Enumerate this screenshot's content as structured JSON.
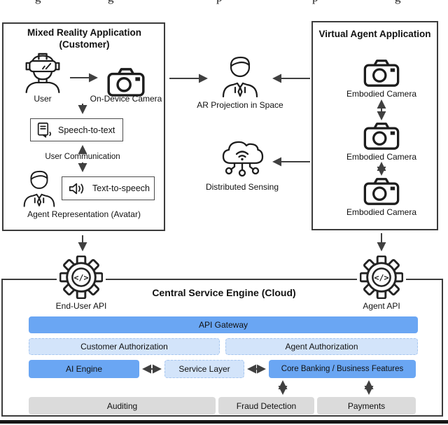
{
  "caption_marks": [
    "g",
    "g",
    "p",
    "p",
    "g"
  ],
  "mr_app": {
    "title_line1": "Mixed Reality Application",
    "title_line2": "(Customer)",
    "user_label": "User",
    "camera_label": "On-Device Camera",
    "stt_label": "Speech-to-text",
    "comm_label": "User Communication",
    "tts_label": "Text-to-speech",
    "avatar_label": "Agent Representation (Avatar)"
  },
  "middle": {
    "ar_label": "AR Projection in Space",
    "sensing_label": "Distributed Sensing"
  },
  "va_app": {
    "title": "Virtual Agent Application",
    "camera_labels": [
      "Embodied Camera",
      "Embodied Camera",
      "Embodied Camera"
    ]
  },
  "cloud": {
    "title": "Central Service Engine (Cloud)",
    "enduser_api_label": "End-User API",
    "agent_api_label": "Agent API",
    "api_glyph": "</>",
    "bars": {
      "api_gateway": "API Gateway",
      "customer_auth": "Customer Authorization",
      "agent_auth": "Agent Authorization",
      "ai_engine": "AI Engine",
      "service_layer": "Service Layer",
      "core_banking": "Core Banking / Business Features",
      "auditing": "Auditing",
      "fraud": "Fraud Detection",
      "payments": "Payments"
    }
  },
  "colors": {
    "bar_blue": "#6aa6f3",
    "bar_light_blue": "#d3e4fa",
    "bar_gray": "#dbdbdb",
    "line": "#404040",
    "border": "#3c3c3c",
    "icon": "#1d1d1d"
  }
}
